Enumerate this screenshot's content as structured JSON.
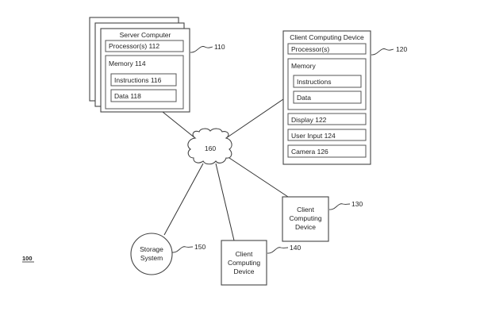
{
  "figure": {
    "label": "100"
  },
  "server": {
    "title": "Server Computer",
    "ref": "110",
    "processor": "Processor(s) 112",
    "memory": "Memory 114",
    "instructions": "Instructions 116",
    "data": "Data 118"
  },
  "client_main": {
    "title": "Client Computing Device",
    "ref": "120",
    "processor": "Processor(s)",
    "memory": "Memory",
    "instructions": "Instructions",
    "data": "Data",
    "display": "Display 122",
    "user_input": "User Input 124",
    "camera": "Camera 126"
  },
  "network": {
    "ref": "160"
  },
  "client_130": {
    "line1": "Client",
    "line2": "Computing",
    "line3": "Device",
    "ref": "130"
  },
  "client_140": {
    "line1": "Client",
    "line2": "Computing",
    "line3": "Device",
    "ref": "140"
  },
  "storage": {
    "line1": "Storage",
    "line2": "System",
    "ref": "150"
  }
}
